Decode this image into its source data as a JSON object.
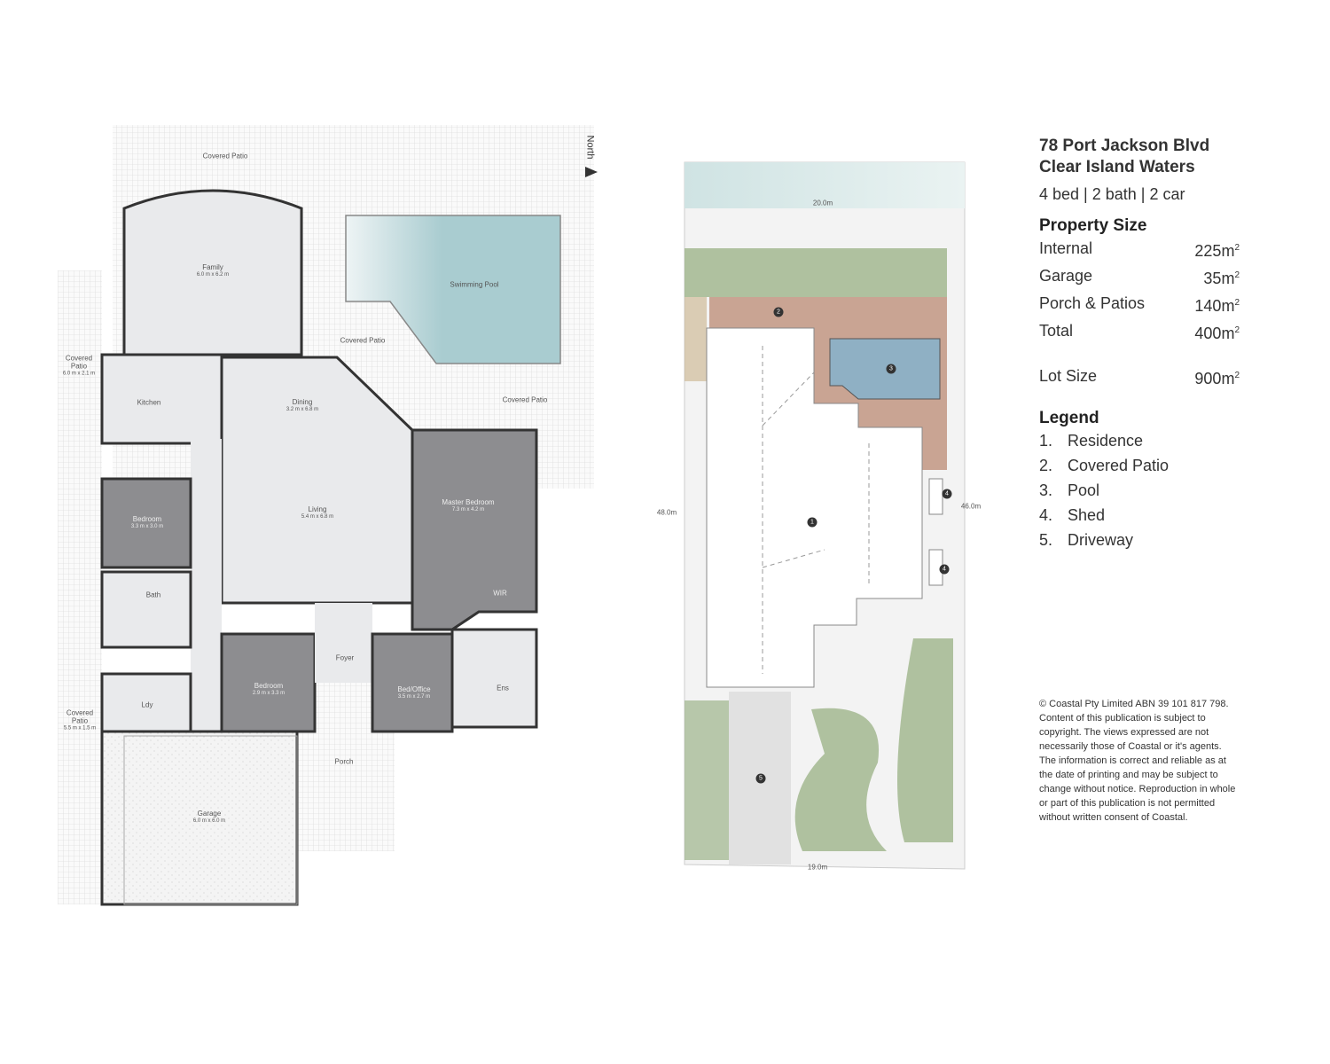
{
  "floor_plan": {
    "north_label": "North",
    "rooms": {
      "covered_patio_top": {
        "name": "Covered Patio"
      },
      "family": {
        "name": "Family",
        "dim": "6.0 m x 6.2 m"
      },
      "swimming_pool": {
        "name": "Swimming Pool"
      },
      "covered_patio_mid": {
        "name": "Covered Patio"
      },
      "covered_patio_right": {
        "name": "Covered Patio"
      },
      "covered_patio_left": {
        "name": "Covered Patio",
        "dim": "6.0 m x 2.1 m"
      },
      "kitchen": {
        "name": "Kitchen"
      },
      "dining": {
        "name": "Dining",
        "dim": "3.2 m x 6.8 m"
      },
      "living": {
        "name": "Living",
        "dim": "5.4 m x 6.8 m"
      },
      "master_bedroom": {
        "name": "Master Bedroom",
        "dim": "7.3 m x 4.2 m"
      },
      "bedroom_1": {
        "name": "Bedroom",
        "dim": "3.3 m x 3.0 m"
      },
      "bath": {
        "name": "Bath"
      },
      "wir": {
        "name": "WIR"
      },
      "foyer": {
        "name": "Foyer"
      },
      "bedroom_2": {
        "name": "Bedroom",
        "dim": "2.9 m x 3.3 m"
      },
      "bed_office": {
        "name": "Bed/Office",
        "dim": "3.5 m x 2.7 m"
      },
      "ens": {
        "name": "Ens"
      },
      "ldy": {
        "name": "Ldy"
      },
      "covered_patio_lower": {
        "name": "Covered Patio",
        "dim": "5.5 m x 1.5 m"
      },
      "porch": {
        "name": "Porch"
      },
      "garage": {
        "name": "Garage",
        "dim": "6.0 m x 6.0 m"
      }
    }
  },
  "site_plan": {
    "dims": {
      "top": "20.0m",
      "left": "48.0m",
      "right": "46.0m",
      "bottom": "19.0m"
    },
    "markers": [
      "1",
      "2",
      "3",
      "4",
      "4",
      "5"
    ]
  },
  "info": {
    "address_line1": "78 Port Jackson Blvd",
    "address_line2": "Clear Island Waters",
    "summary": "4 bed | 2 bath | 2 car",
    "property_size_title": "Property Size",
    "sizes": [
      {
        "label": "Internal",
        "value": "225m",
        "unit_sup": "2"
      },
      {
        "label": "Garage",
        "value": "35m",
        "unit_sup": "2"
      },
      {
        "label": "Porch & Patios",
        "value": "140m",
        "unit_sup": "2"
      },
      {
        "label": "Total",
        "value": "400m",
        "unit_sup": "2"
      }
    ],
    "lot_size": {
      "label": "Lot Size",
      "value": "900m",
      "unit_sup": "2"
    },
    "legend_title": "Legend",
    "legend": [
      {
        "num": "1.",
        "label": "Residence"
      },
      {
        "num": "2.",
        "label": "Covered Patio"
      },
      {
        "num": "3.",
        "label": "Pool"
      },
      {
        "num": "4.",
        "label": "Shed"
      },
      {
        "num": "5.",
        "label": "Driveway"
      }
    ],
    "copyright": "© Coastal Pty Limited ABN 39 101 817 798. Content of this publication is subject to copyright. The views expressed are not necessarily those of Coastal or it's agents. The information is correct  and reliable as at the date of printing and may be subject to change without notice. Reproduction in whole or part of this publication is not permitted without written consent of Coastal."
  },
  "colors": {
    "wall": "#333333",
    "floor": "#e9eaec",
    "dark_room": "#8d8d90",
    "pool": "#a9ccd0",
    "lawn": "#9db48a",
    "paving": "#c9a493"
  }
}
